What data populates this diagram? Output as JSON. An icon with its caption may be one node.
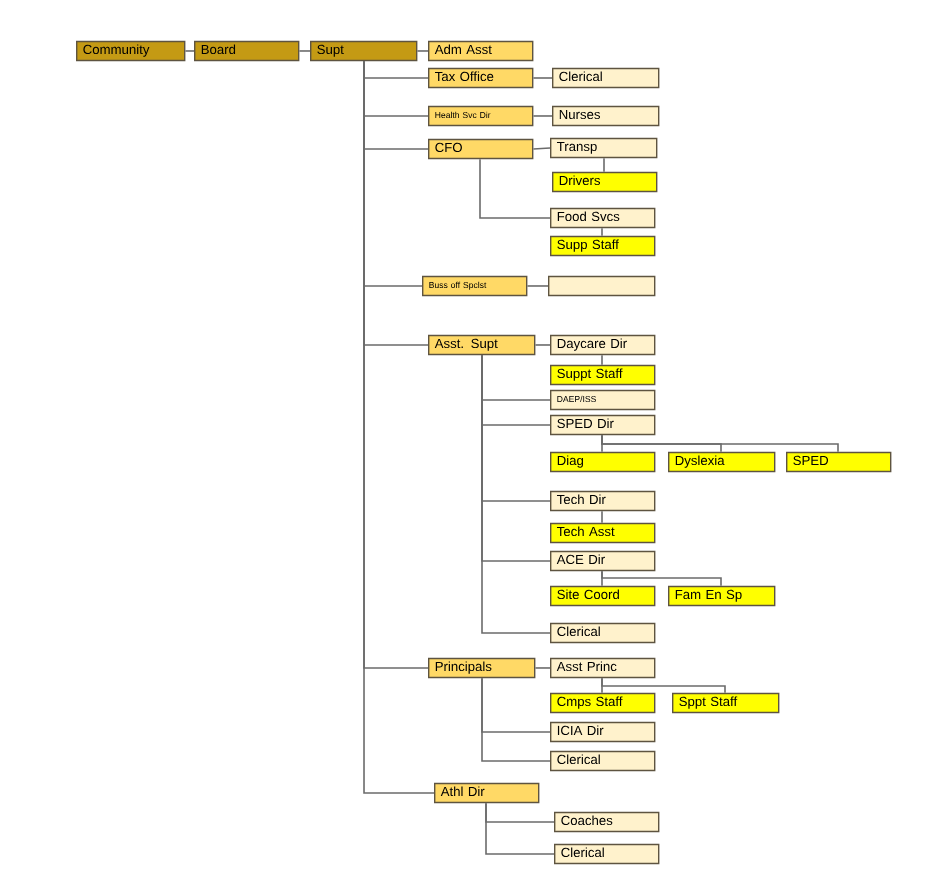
{
  "diagram": {
    "nodes": [
      {
        "text": [
          "Community"
        ]
      },
      {
        "text": [
          "Board"
        ]
      },
      {
        "text": [
          "Supt"
        ]
      },
      {
        "text": [
          "Adm Asst"
        ]
      },
      {
        "text": [
          "Tax Office"
        ]
      },
      {
        "text": [
          "Clerical"
        ]
      },
      {
        "text": [
          "Health Svc Dir"
        ]
      },
      {
        "text": [
          "Nurses"
        ]
      },
      {
        "text": [
          "CFO"
        ]
      },
      {
        "text": [
          "Transp"
        ]
      },
      {
        "text": [
          "Drivers"
        ]
      },
      {
        "text": [
          "Food Svcs"
        ]
      },
      {
        "text": [
          "Supp Staff"
        ]
      },
      {
        "text": [
          "Buss off Spclst"
        ]
      },
      {
        "text": [],
        "shape": "box"
      },
      {
        "text": [
          "Asst. Supt"
        ]
      },
      {
        "text": [
          "Daycare Dir"
        ]
      },
      {
        "text": [
          "Suppt Staff"
        ]
      },
      {
        "text": [
          "DAEP/ISS"
        ]
      },
      {
        "text": [
          "SPED Dir"
        ]
      },
      {
        "text": [
          "Diag"
        ]
      },
      {
        "text": [
          "Dyslexia"
        ]
      },
      {
        "text": [
          "SPED"
        ]
      },
      {
        "text": [
          "Tech Dir"
        ]
      },
      {
        "text": [
          "Tech Asst"
        ]
      },
      {
        "text": [
          "ACE Dir"
        ]
      },
      {
        "text": [
          "Site Coord"
        ]
      },
      {
        "text": [
          "Fam En Sp"
        ]
      },
      {
        "text": [
          "Clerical"
        ]
      },
      {
        "text": [
          "Principals"
        ]
      },
      {
        "text": [
          "Asst Princ"
        ]
      },
      {
        "text": [
          "Cmps Staff"
        ]
      },
      {
        "text": [
          "Sppt Staff"
        ]
      },
      {
        "text": [
          "ICIA Dir"
        ]
      },
      {
        "text": [
          "Clerical"
        ]
      },
      {
        "text": [
          "Athl Dir"
        ]
      },
      {
        "text": [
          "Coaches"
        ]
      },
      {
        "text": [
          "Clerical"
        ]
      }
    ],
    "edges": [
      {
        "from": 0,
        "to": 1,
        "arrow": "none"
      },
      {
        "from": 1,
        "to": 2,
        "arrow": "none"
      },
      {
        "from": 2,
        "to": 3,
        "arrow": "none"
      },
      {
        "from": 2,
        "to": 4,
        "arrow": "none"
      },
      {
        "from": 4,
        "to": 5,
        "arrow": "none"
      },
      {
        "from": 2,
        "to": 6,
        "arrow": "none"
      },
      {
        "from": 6,
        "to": 7,
        "arrow": "none"
      },
      {
        "from": 2,
        "to": 8,
        "arrow": "none"
      },
      {
        "from": 8,
        "to": 9,
        "arrow": "none"
      },
      {
        "from": 9,
        "to": 10,
        "arrow": "none"
      },
      {
        "from": 8,
        "to": 11,
        "arrow": "none"
      },
      {
        "from": 11,
        "to": 12,
        "arrow": "none"
      },
      {
        "from": 2,
        "to": 13,
        "arrow": "none"
      },
      {
        "from": 13,
        "to": 14,
        "arrow": "none"
      },
      {
        "from": 2,
        "to": 15,
        "arrow": "none"
      },
      {
        "from": 15,
        "to": 16,
        "arrow": "none"
      },
      {
        "from": 16,
        "to": 17,
        "arrow": "none"
      },
      {
        "from": 15,
        "to": 18,
        "arrow": "none"
      },
      {
        "from": 15,
        "to": 19,
        "arrow": "none"
      },
      {
        "from": 19,
        "to": 20,
        "arrow": "none"
      },
      {
        "from": 19,
        "to": 21,
        "arrow": "none"
      },
      {
        "from": 19,
        "to": 22,
        "arrow": "none"
      },
      {
        "from": 15,
        "to": 23,
        "arrow": "none"
      },
      {
        "from": 23,
        "to": 24,
        "arrow": "none"
      },
      {
        "from": 15,
        "to": 25,
        "arrow": "none"
      },
      {
        "from": 25,
        "to": 26,
        "arrow": "none"
      },
      {
        "from": 25,
        "to": 27,
        "arrow": "none"
      },
      {
        "from": 15,
        "to": 28,
        "arrow": "none"
      },
      {
        "from": 2,
        "to": 29,
        "arrow": "none"
      },
      {
        "from": 29,
        "to": 30,
        "arrow": "none"
      },
      {
        "from": 30,
        "to": 31,
        "arrow": "none"
      },
      {
        "from": 30,
        "to": 32,
        "arrow": "none"
      },
      {
        "from": 29,
        "to": 33,
        "arrow": "none"
      },
      {
        "from": 29,
        "to": 34,
        "arrow": "none"
      },
      {
        "from": 2,
        "to": 35,
        "arrow": "none"
      },
      {
        "from": 35,
        "to": 36,
        "arrow": "none"
      },
      {
        "from": 35,
        "to": 37,
        "arrow": "none"
      }
    ]
  }
}
